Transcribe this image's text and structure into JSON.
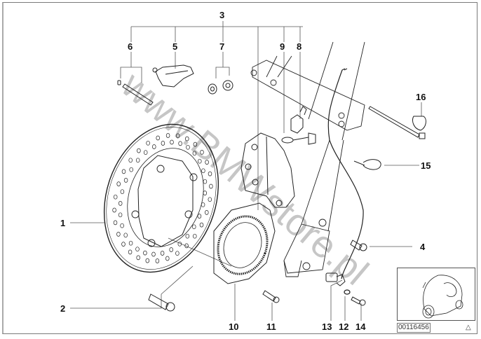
{
  "diagram": {
    "watermark": "www.BMWstore.pl",
    "reference_number": "00116456",
    "callouts": [
      "1",
      "2",
      "3",
      "4",
      "5",
      "6",
      "7",
      "8",
      "9",
      "10",
      "11",
      "12",
      "13",
      "14",
      "15",
      "16"
    ],
    "inset_icon": "scooter-thumbnail",
    "corner_icon": "triangle-warning-icon",
    "line_color": "#222222",
    "leader_color": "#555555",
    "watermark_color": "#c6c6c6"
  }
}
